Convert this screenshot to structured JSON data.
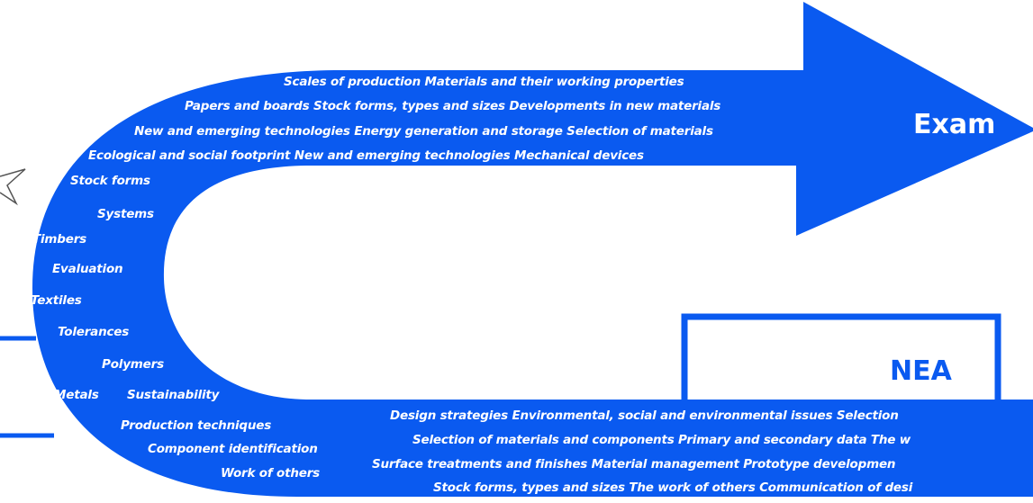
{
  "diagram": {
    "colors": {
      "fill": "#0a5af0",
      "text": "#ffffff",
      "outline": "#0a5af0"
    },
    "exam_label": "Exam",
    "nea_label": "NEA",
    "arrow_top_lines": [
      "Scales of production   Materials and their working properties",
      "Papers and boards   Stock forms, types and sizes   Developments in new materials",
      "New and emerging technologies   Energy generation and storage    Selection of materials",
      "Ecological and social footprint    New and emerging technologies   Mechanical devices"
    ],
    "curve_labels": [
      "Stock forms",
      "Systems",
      "Timbers",
      "Evaluation",
      "Textiles",
      "Tolerances",
      "Polymers",
      "Metals",
      "Sustainability",
      "Production techniques",
      "Component  identification",
      "Work of others"
    ],
    "nea_lines": [
      "Design strategies       Environmental, social and environmental issues    Selection",
      "Selection of materials and components    Primary and secondary data    The w",
      "Surface treatments and finishes    Material management    Prototype developmen",
      "Stock forms, types and sizes    The work of others    Communication of desi"
    ]
  }
}
